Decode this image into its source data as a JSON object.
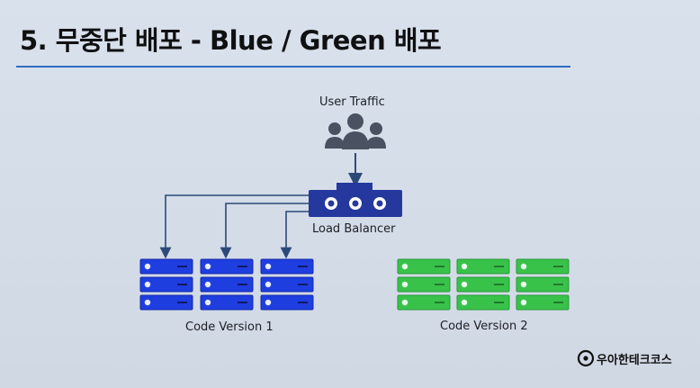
{
  "slide": {
    "title": "5. 무중단 배포 - Blue / Green 배포"
  },
  "diagram": {
    "user_traffic_label": "User Traffic",
    "load_balancer_label": "Load Balancer",
    "group_blue_label": "Code Version 1",
    "group_green_label": "Code Version 2",
    "colors": {
      "blue": "#1f3ee0",
      "green": "#39c24a",
      "arrow": "#2c4a78",
      "lb": "#24389e"
    }
  },
  "brand": {
    "name": "우아한테크코스",
    "icon": "woowa-logo-icon"
  }
}
